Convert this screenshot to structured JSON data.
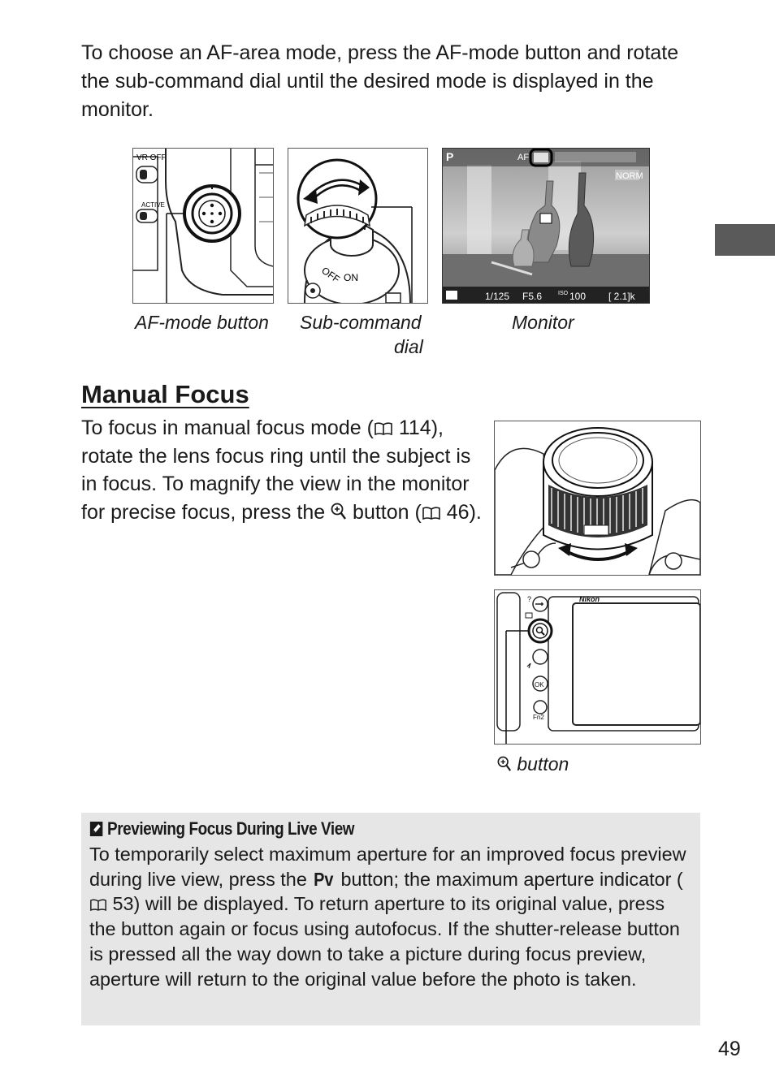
{
  "intro_text": "To choose an AF-area mode, press the AF-mode button and rotate the sub-command dial until the desired mode is displayed in the monitor.",
  "figures": {
    "af_mode_caption": "AF-mode button",
    "sub_command_caption_line1": "Sub-command",
    "sub_command_caption_line2": "dial",
    "monitor_caption": "Monitor",
    "zoom_button_caption": "button",
    "camera_labels": {
      "vr_off": "VR OFF",
      "active": "ACTIVE",
      "off": "OFF",
      "on": "ON",
      "brand": "Nikon",
      "help": "?",
      "ok": "OK",
      "fn2": "Fn2"
    },
    "monitor_display": {
      "mode": "P",
      "af": "AF",
      "norm": "NORM",
      "shutter": "1/125",
      "aperture": "F5.6",
      "iso_label": "ISO",
      "iso": "100",
      "remaining": "[ 2.1]k"
    }
  },
  "manual_focus": {
    "heading": "Manual Focus",
    "p1": "To focus in manual focus mode (",
    "ref1": "114",
    "p2": "), rotate the lens focus ring until the subject is in focus.  To magnify the view in the monitor for precise focus, press the ",
    "p3": " button (",
    "ref2": "46",
    "p4": ")."
  },
  "note": {
    "title": "Previewing Focus During Live View",
    "b1": "To temporarily select maximum aperture for an improved focus preview during live view, press the ",
    "pv": "Pv",
    "b2": " button; the maximum aperture indicator (",
    "ref": "53",
    "b3": ") will be displayed.  To return aperture to its original value, press the button again or focus using autofocus.  If the shutter-release button is pressed all the way down to take a picture during focus preview, aperture will return to the original value before the photo is taken."
  },
  "page_number": "49"
}
